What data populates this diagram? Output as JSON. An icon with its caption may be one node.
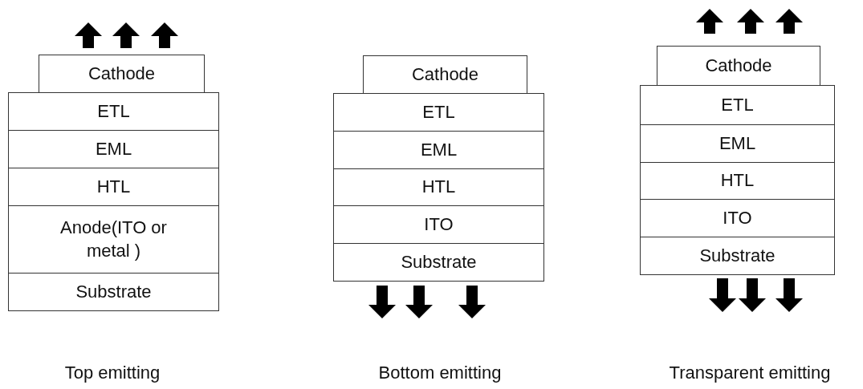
{
  "diagram": {
    "nodes": [
      {
        "text": [
          "Cathode"
        ]
      },
      {
        "text": [
          "ETL"
        ]
      },
      {
        "text": [
          "EML"
        ]
      },
      {
        "text": [
          "HTL"
        ]
      },
      {
        "text": [
          "Anode(ITO or metal )"
        ]
      },
      {
        "text": [
          "Substrate"
        ]
      },
      {
        "text": [
          "Cathode"
        ]
      },
      {
        "text": [
          "ETL"
        ]
      },
      {
        "text": [
          "EML"
        ]
      },
      {
        "text": [
          "HTL"
        ]
      },
      {
        "text": [
          "ITO"
        ]
      },
      {
        "text": [
          "Substrate"
        ]
      },
      {
        "text": [
          "Cathode"
        ]
      },
      {
        "text": [
          "ETL"
        ]
      },
      {
        "text": [
          "EML"
        ]
      },
      {
        "text": [
          "HTL"
        ]
      },
      {
        "text": [
          "ITO"
        ]
      },
      {
        "text": [
          "Substrate"
        ]
      }
    ],
    "edges": [],
    "labels": [
      "Top emitting",
      "Bottom emitting",
      "Transparent emitting"
    ]
  }
}
